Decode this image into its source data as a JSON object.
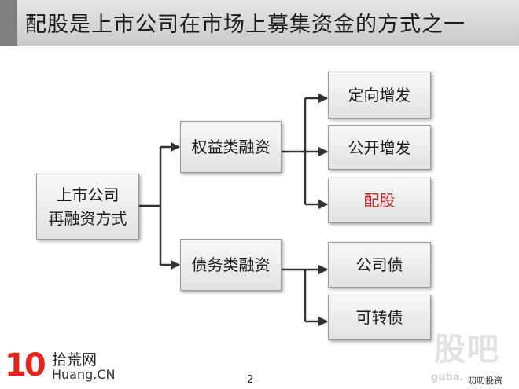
{
  "title": "配股是上市公司在市场上募集资金的方式之一",
  "nodes": {
    "root_line1": "上市公司",
    "root_line2": "再融资方式",
    "equity": "权益类融资",
    "debt": "债务类融资",
    "directed_issue": "定向增发",
    "public_issue": "公开增发",
    "rights_issue": "配股",
    "corporate_bond": "公司债",
    "convertible_bond": "可转债"
  },
  "colors": {
    "highlight": "#c0292b",
    "connector": "#333333",
    "logo": "#e3241b"
  },
  "footer": {
    "page_number": "2",
    "logo_number": "10",
    "logo_text": "拾荒网",
    "logo_domain": "Huang.CN",
    "watermark_main": "股吧",
    "watermark_domain": "guba.",
    "source": "叨叨投资"
  }
}
